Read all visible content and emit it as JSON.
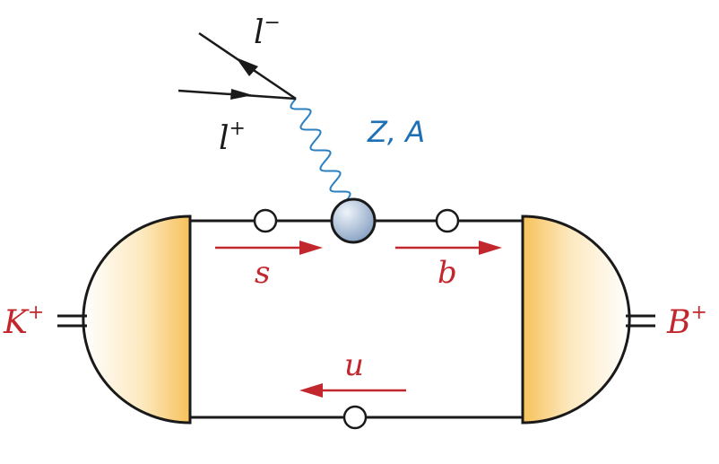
{
  "labels": {
    "lepton_minus": "l",
    "lepton_minus_sup": "−",
    "lepton_plus": "l",
    "lepton_plus_sup": "+",
    "boson": "Z, A",
    "quark_top_left": "s",
    "quark_top_right": "b",
    "quark_bottom": "u",
    "meson_left": "K",
    "meson_left_sup": "+",
    "meson_right": "B",
    "meson_right_sup": "+"
  },
  "colors": {
    "line": "#1a1a1a",
    "quark_arrow": "#c1272d",
    "meson_label": "#c1272d",
    "boson_wave": "#2a7fc0",
    "boson_label": "#1f6fb5",
    "vertex_blob_light": "#e4ecf5",
    "vertex_blob_dark": "#8ea7c6",
    "meson_fill_light": "#fff8ec",
    "meson_fill_dark": "#f7c86b"
  }
}
